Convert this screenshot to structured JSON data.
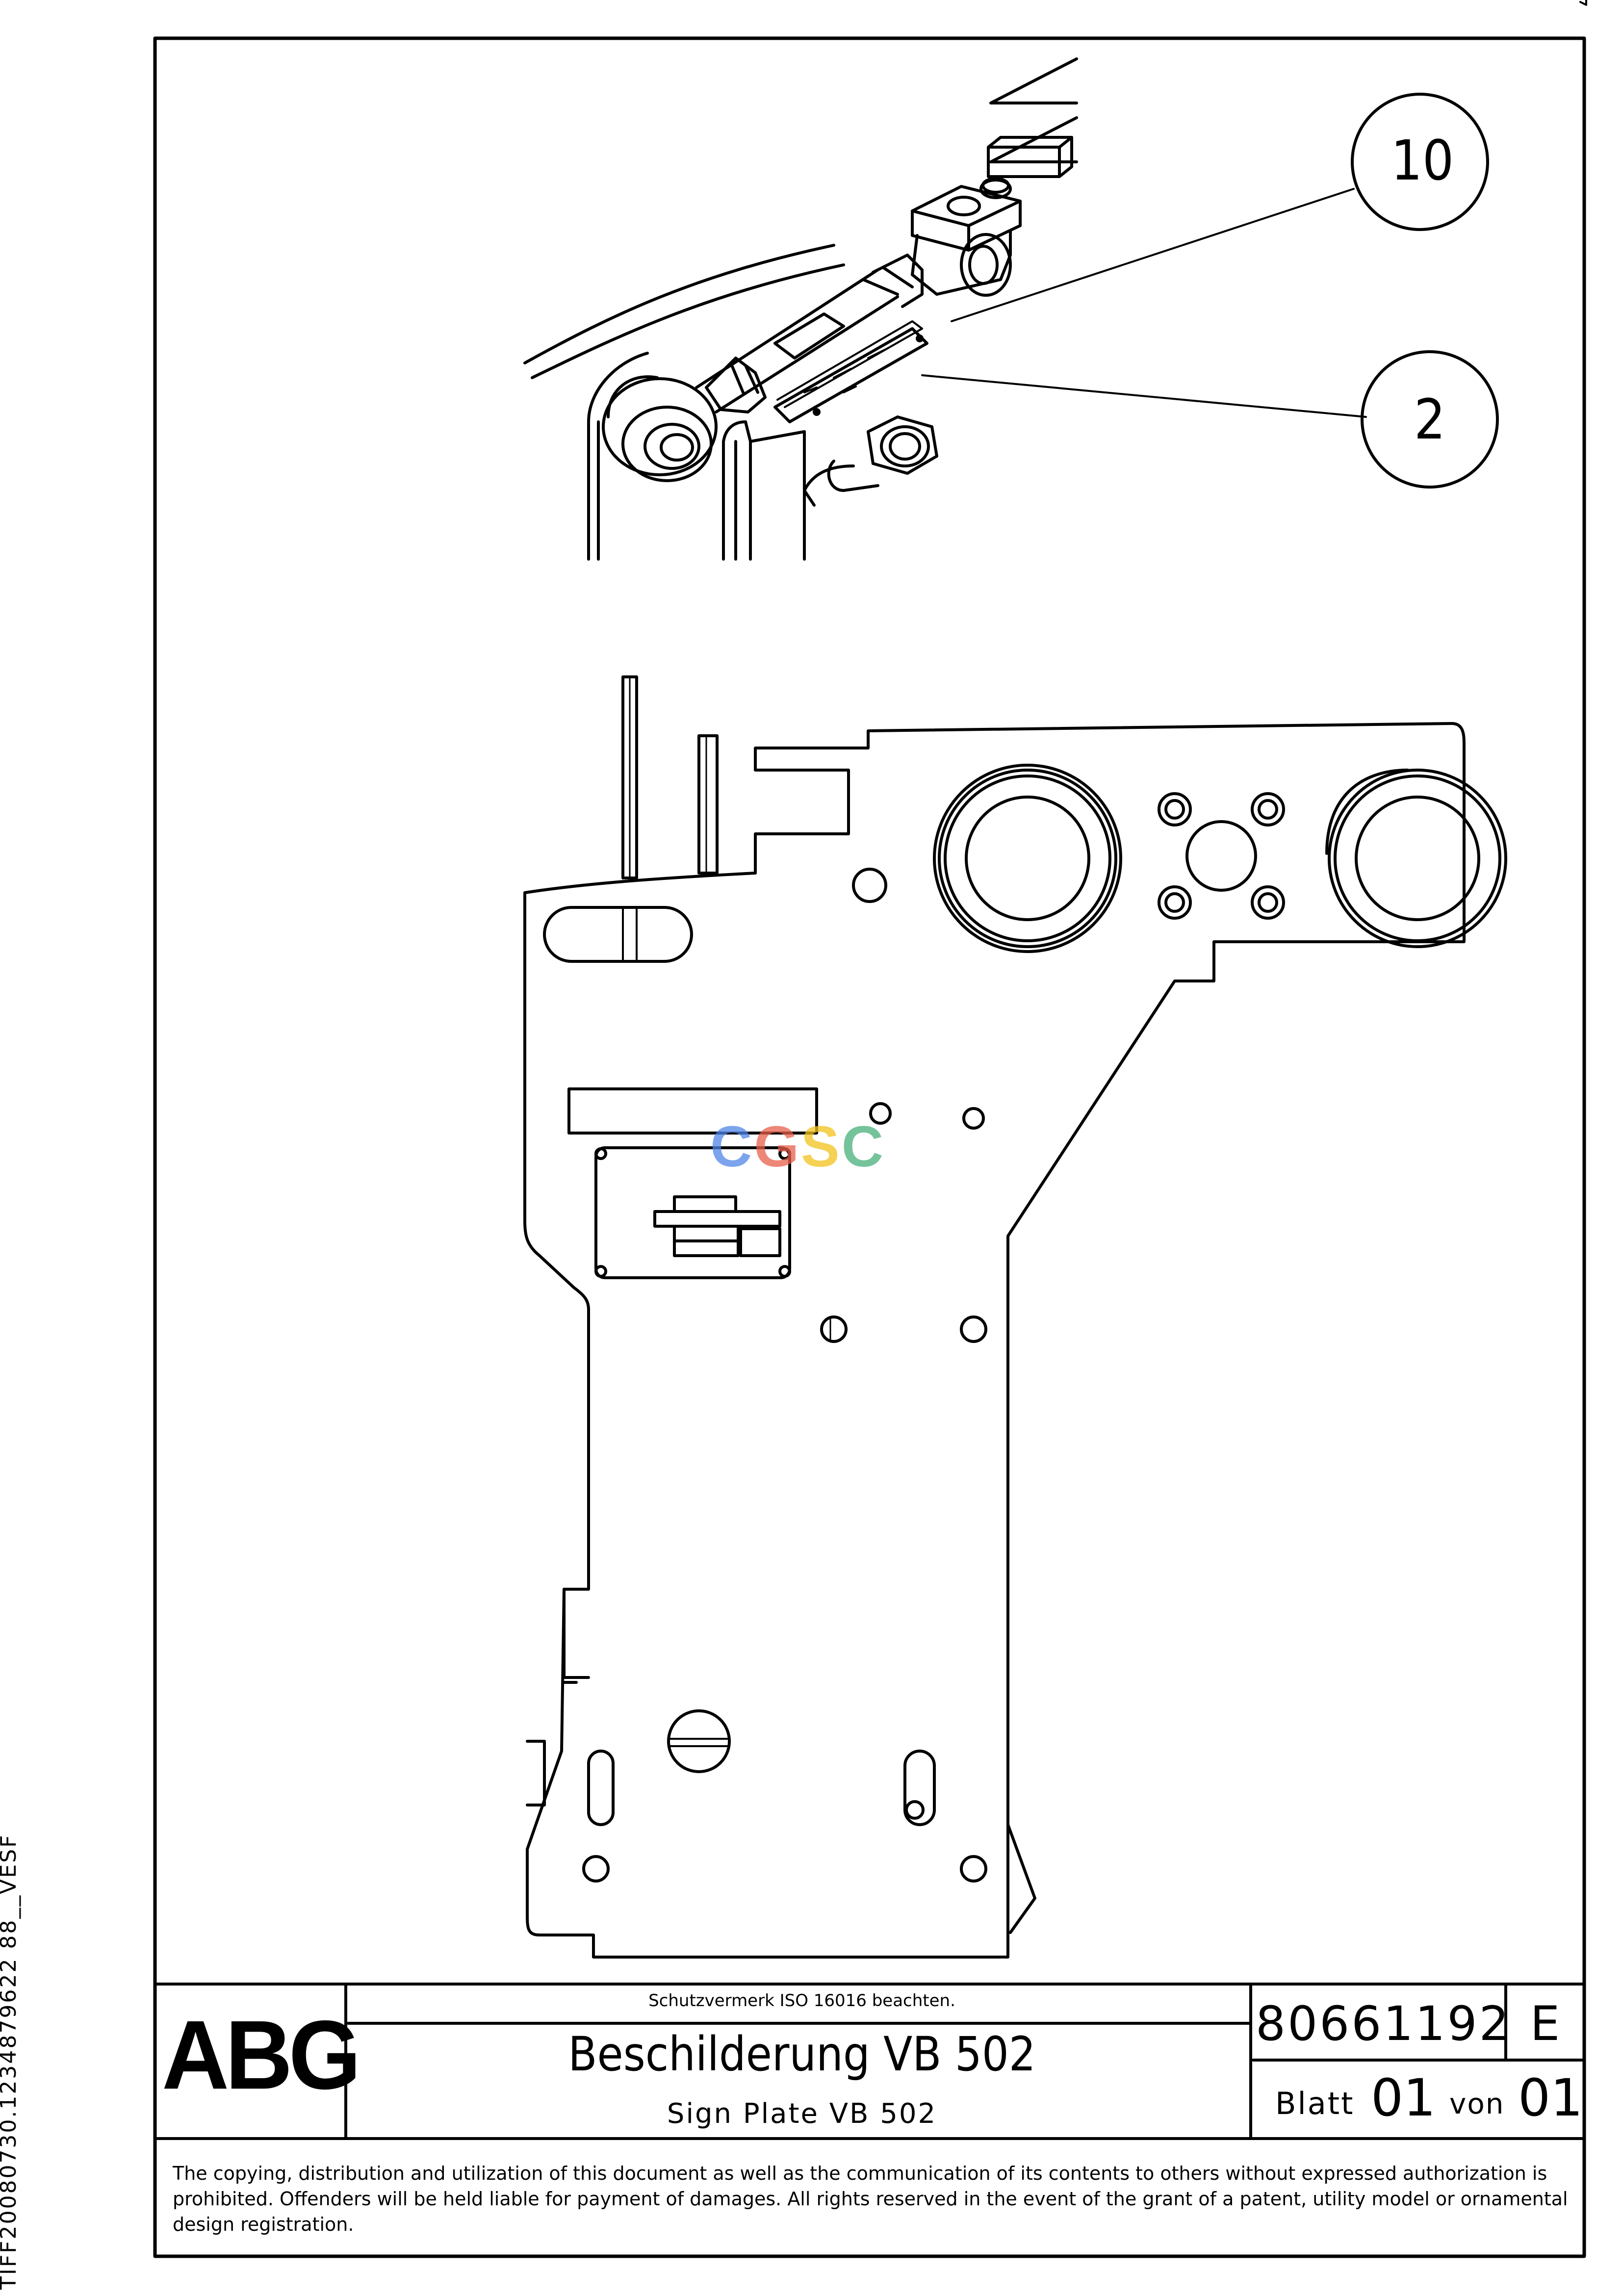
{
  "side_code": "TIFF20080730.1234879622 88__VESF",
  "drawing": {
    "callouts": [
      "10",
      "2"
    ],
    "watermark": {
      "letters": [
        "C",
        "G",
        "S",
        "C"
      ],
      "colors": [
        "#4f86e8",
        "#e8604a",
        "#f2c21b",
        "#48b07a"
      ]
    }
  },
  "title_block": {
    "logo": "ABG",
    "protection_note": "Schutzvermerk ISO 16016 beachten.",
    "title_de": "Beschilderung VB 502",
    "title_en": "Sign Plate VB 502",
    "doc_number": "80661192",
    "revision": "E",
    "blatt_label": "Blatt",
    "blatt_value": "01",
    "von_label": "von",
    "von_value": "01"
  },
  "copyright": "The copying, distribution and utilization of this document as well as the communication of its contents to others without expressed authorization is prohibited. Offenders will be held liable for payment of damages. All rights reserved in the event of the grant of a patent, utility model or ornamental design registration."
}
